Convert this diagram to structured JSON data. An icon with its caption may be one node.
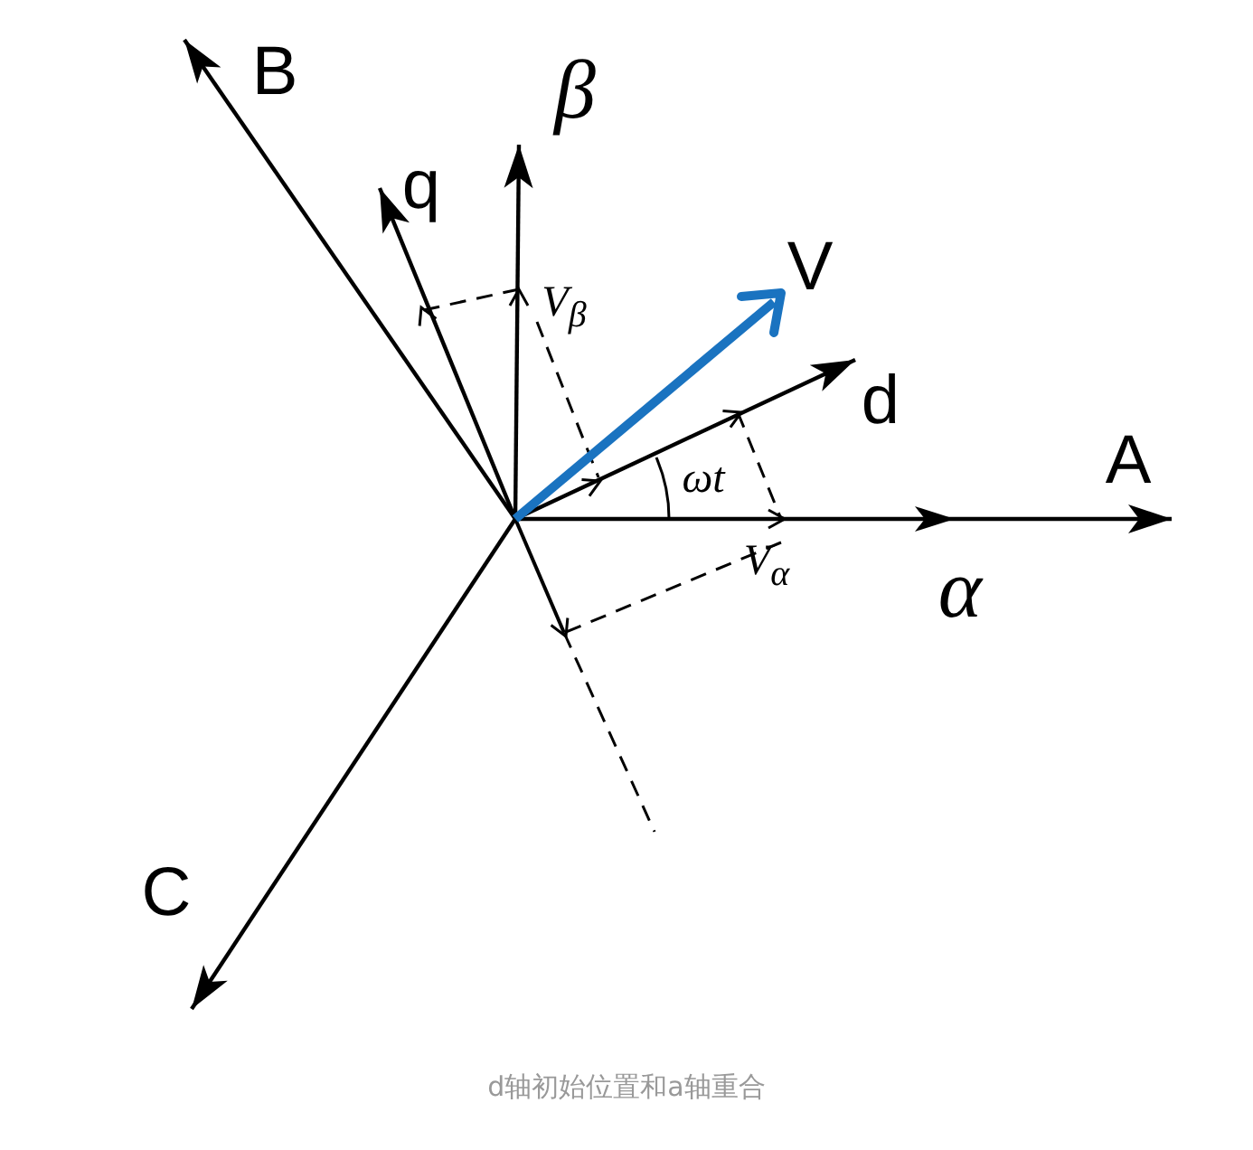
{
  "diagram": {
    "caption": "d轴初始位置和a轴重合",
    "labels": [
      "B",
      "β",
      "q",
      "V",
      "d",
      "A",
      "α",
      "C",
      "V$_{β}$",
      "V$_{α}$",
      "ωt"
    ]
  }
}
